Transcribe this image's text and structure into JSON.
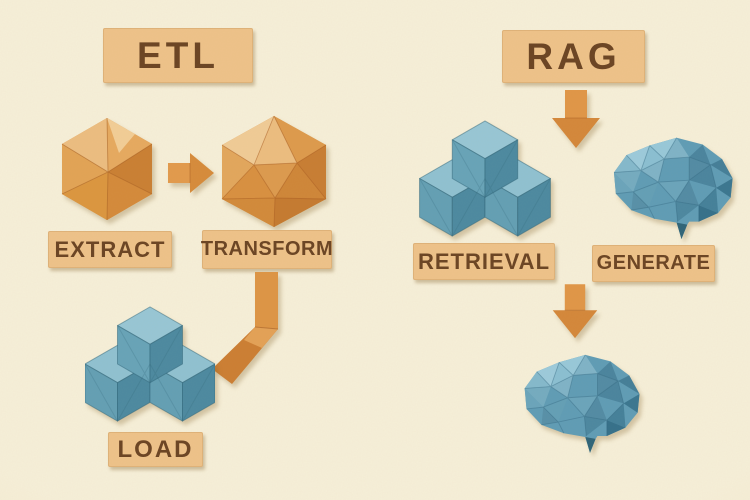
{
  "left": {
    "title": "ETL",
    "labels": {
      "extract": "EXTRACT",
      "transform": "TRANSFORM",
      "load": "LOAD"
    }
  },
  "right": {
    "title": "RAG",
    "labels": {
      "retrieval": "RETRIEVAL",
      "generate": "GENERATE"
    }
  },
  "icons": {
    "extract": "faceted-hexagon",
    "transform": "faceted-icosahedron",
    "load": "cube-stack",
    "retrieval": "cube-stack",
    "generate": "low-poly-brain",
    "rag_output": "low-poly-brain",
    "etl_flow_arrow": "arrow-right",
    "transform_to_load_arrow": "arrow-bend-down-left",
    "rag_flow_arrows": "arrow-down"
  },
  "palette": {
    "background": "#f6efd8",
    "background_edge": "#ece0c2",
    "label_bg": "#eec289",
    "label_text": "#6b4423",
    "orange": "#dd9040",
    "orange_light": "#eec089",
    "orange_dark": "#c87d33",
    "blue": "#5f9cb5",
    "blue_light": "#8fc1d1",
    "blue_dark": "#44809a"
  }
}
